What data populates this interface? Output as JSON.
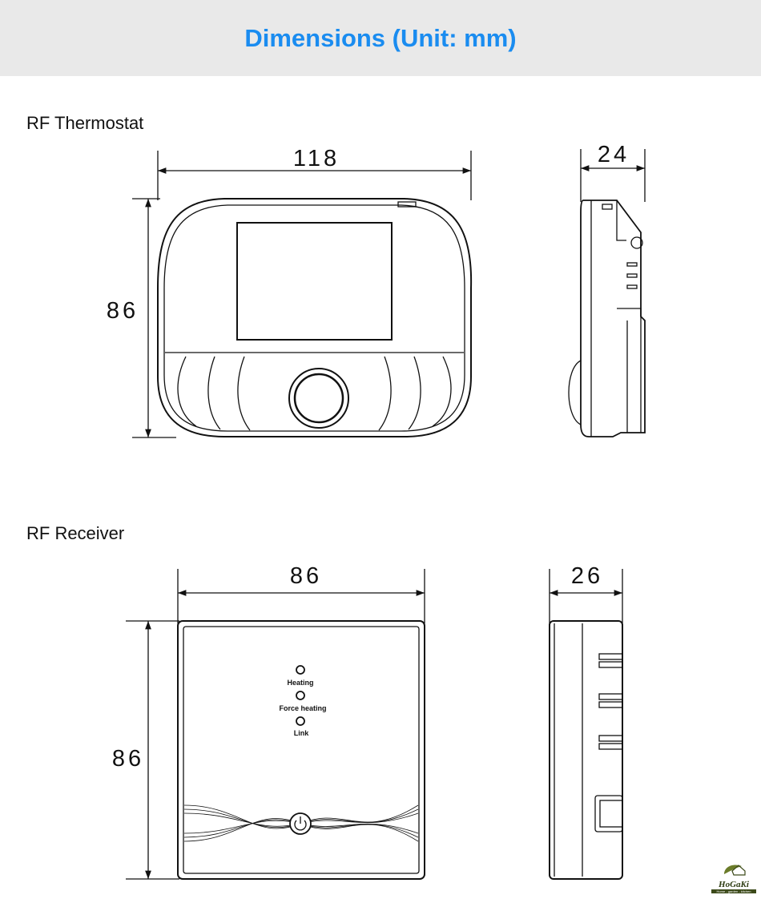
{
  "header": {
    "title": "Dimensions (Unit: mm)"
  },
  "thermostat": {
    "label": "RF Thermostat",
    "width": "118",
    "height": "86",
    "depth": "24"
  },
  "receiver": {
    "label": "RF Receiver",
    "width": "86",
    "height": "86",
    "depth": "26",
    "indicators": [
      "Heating",
      "Force heating",
      "Link"
    ]
  },
  "logo": {
    "name": "HoGaKi",
    "tagline": "Home - garden - kitchen"
  },
  "colors": {
    "title": "#1a8cf0",
    "header_bg": "#e9e9e9",
    "line": "#111111"
  }
}
